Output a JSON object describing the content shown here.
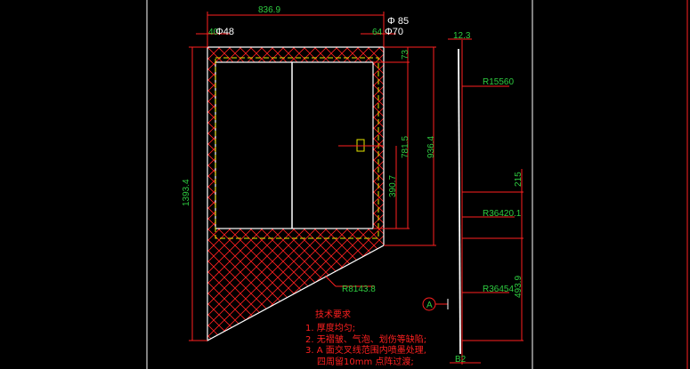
{
  "colors": {
    "background": "#000000",
    "outline": "#ffffff",
    "dimension": "#ff2020",
    "dimension_text": "#2ecc40",
    "hidden_line": "#e6e600"
  },
  "dimensions": {
    "top_width": "836.9",
    "hole_large": "Φ 85",
    "hole_small": "Φ70",
    "left_offset": "40",
    "hole_left": "Φ48",
    "right_offset": "64",
    "top_margin": "73",
    "window_height": "781.5",
    "right_height": "936.4",
    "mount_height": "390.7",
    "total_height": "1393.4",
    "arc_radius": "R8143.8",
    "thickness_top": "12.3",
    "profile_r1": "R15560",
    "seg1": "215",
    "profile_r2": "R36420.1",
    "profile_r3": "R36454",
    "seg2": "493.9",
    "thickness_bottom": "B2",
    "view_marker": "A"
  },
  "notes": {
    "title": "技术要求",
    "items": [
      "1. 厚度均匀;",
      "2. 无褶皱、气泡、划伤等缺陷;",
      "3. A 面交叉线范围内喷墨处理,",
      "四周留10mm 点阵过渡;"
    ]
  }
}
